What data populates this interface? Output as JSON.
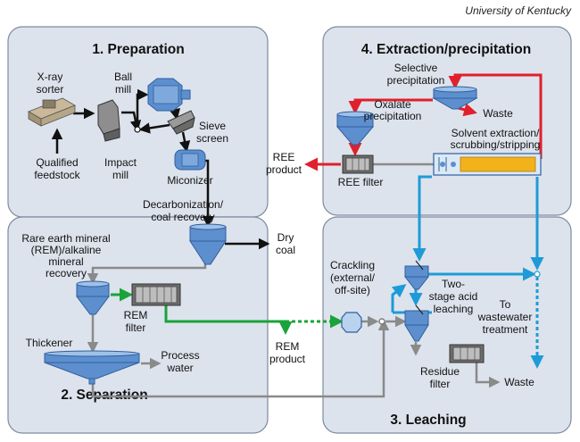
{
  "credit": "University of Kentucky",
  "panels": {
    "preparation": "1. Preparation",
    "separation": "2. Separation",
    "leaching": "3. Leaching",
    "extraction": "4. Extraction/precipitation"
  },
  "labels": {
    "xray_sorter": [
      "X-ray",
      "sorter"
    ],
    "ball_mill": [
      "Ball",
      "mill"
    ],
    "sieve_screen": [
      "Sieve",
      "screen"
    ],
    "qualified_feedstock": [
      "Qualified",
      "feedstock"
    ],
    "impact_mill": [
      "Impact",
      "mill"
    ],
    "miconizer": "Miconizer",
    "decarbonization": [
      "Decarbonization/",
      "coal recovery"
    ],
    "dry_coal": [
      "Dry",
      "coal"
    ],
    "rem_recovery": [
      "Rare earth mineral",
      "(REM)/alkaline",
      "mineral",
      "recovery"
    ],
    "rem_filter": [
      "REM",
      "filter"
    ],
    "thickener": "Thickener",
    "process_water": [
      "Process",
      "water"
    ],
    "rem_product": [
      "REM",
      "product"
    ],
    "crackling": [
      "Crackling",
      "(external/",
      "off-site)"
    ],
    "two_stage": [
      "Two-",
      "stage acid",
      "leaching"
    ],
    "wastewater": [
      "To",
      "wastewater",
      "treatment"
    ],
    "residue_filter": [
      "Residue",
      "filter"
    ],
    "waste_bottom": "Waste",
    "selective_precip": [
      "Selective",
      "precipitation"
    ],
    "oxalate_precip": [
      "Oxalate",
      "precipitation"
    ],
    "waste_top": "Waste",
    "solvent_extraction": [
      "Solvent extraction/",
      "scrubbing/stripping"
    ],
    "ree_product": [
      "REE",
      "product"
    ],
    "ree_filter": "REE filter"
  },
  "colors": {
    "panel_fill": "#dde3ec",
    "equipment_blue": "#5d8fcf",
    "flow_black": "#111111",
    "flow_gray": "#8a8a8a",
    "flow_green": "#1aa33a",
    "flow_red": "#e0202c",
    "flow_cyan": "#1e9bd7",
    "solvent_orange": "#f2b21c"
  },
  "icons": [
    "xray-sorter-icon",
    "impact-mill-icon",
    "ball-mill-icon",
    "sieve-screen-icon",
    "miconizer-icon",
    "decarbonization-cyclone-icon",
    "rem-recovery-cell-icon",
    "rem-filter-press-icon",
    "thickener-icon",
    "crackling-unit-icon",
    "leach-tank-icon",
    "residue-filter-icon",
    "selective-precip-tank-icon",
    "oxalate-precip-tank-icon",
    "ree-filter-icon",
    "solvent-extraction-unit-icon"
  ]
}
